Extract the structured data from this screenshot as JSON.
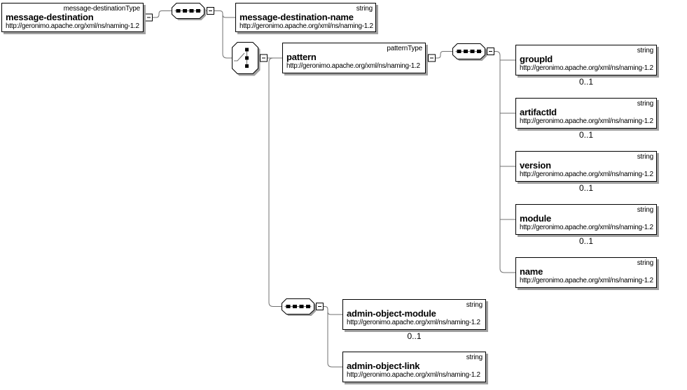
{
  "namespace": "http://geronimo.apache.org/xml/ns/naming-1.2",
  "colors": {
    "background": "#ffffff",
    "box_fill": "#ffffff",
    "box_border": "#000000",
    "shadow": "#a0a0a0",
    "connector": "#707070",
    "text": "#000000"
  },
  "icons": {
    "sequence_indicator": "sequence-icon",
    "choice_indicator": "choice-icon",
    "collapse_toggle": "minus-box-icon"
  },
  "hierarchy": {
    "root": "message-destination",
    "sequence_children": [
      "message-destination-name",
      "choice"
    ],
    "choice_children": [
      "pattern",
      "admin-object-sequence"
    ],
    "pattern_sequence_children": [
      "groupId",
      "artifactId",
      "version",
      "module",
      "name"
    ],
    "admin_object_sequence_children": [
      "admin-object-module",
      "admin-object-link"
    ]
  },
  "nodes": {
    "message_destination": {
      "name": "message-destination",
      "type": "message-destinationType",
      "namespace": "http://geronimo.apache.org/xml/ns/naming-1.2"
    },
    "message_destination_name": {
      "name": "message-destination-name",
      "type": "string",
      "namespace": "http://geronimo.apache.org/xml/ns/naming-1.2"
    },
    "pattern": {
      "name": "pattern",
      "type": "patternType",
      "namespace": "http://geronimo.apache.org/xml/ns/naming-1.2"
    },
    "group_id": {
      "name": "groupId",
      "type": "string",
      "namespace": "http://geronimo.apache.org/xml/ns/naming-1.2",
      "cardinality": "0..1"
    },
    "artifact_id": {
      "name": "artifactId",
      "type": "string",
      "namespace": "http://geronimo.apache.org/xml/ns/naming-1.2",
      "cardinality": "0..1"
    },
    "version": {
      "name": "version",
      "type": "string",
      "namespace": "http://geronimo.apache.org/xml/ns/naming-1.2",
      "cardinality": "0..1"
    },
    "module": {
      "name": "module",
      "type": "string",
      "namespace": "http://geronimo.apache.org/xml/ns/naming-1.2",
      "cardinality": "0..1"
    },
    "name": {
      "name": "name",
      "type": "string",
      "namespace": "http://geronimo.apache.org/xml/ns/naming-1.2"
    },
    "admin_object_module": {
      "name": "admin-object-module",
      "type": "string",
      "namespace": "http://geronimo.apache.org/xml/ns/naming-1.2",
      "cardinality": "0..1"
    },
    "admin_object_link": {
      "name": "admin-object-link",
      "type": "string",
      "namespace": "http://geronimo.apache.org/xml/ns/naming-1.2"
    }
  }
}
